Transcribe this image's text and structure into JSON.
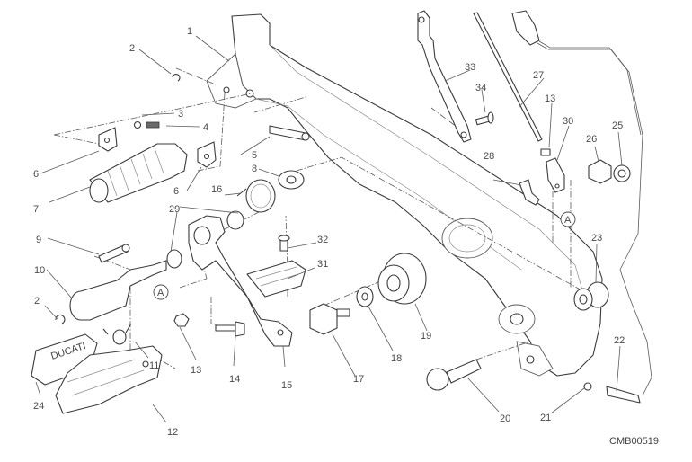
{
  "drawing_code": "CMB00519",
  "reference_marker": "A",
  "callouts": [
    {
      "id": "c1",
      "label": "1"
    },
    {
      "id": "c2a",
      "label": "2"
    },
    {
      "id": "c3",
      "label": "3"
    },
    {
      "id": "c4",
      "label": "4"
    },
    {
      "id": "c5",
      "label": "5"
    },
    {
      "id": "c6a",
      "label": "6"
    },
    {
      "id": "c6b",
      "label": "6"
    },
    {
      "id": "c7",
      "label": "7"
    },
    {
      "id": "c8",
      "label": "8"
    },
    {
      "id": "c9",
      "label": "9"
    },
    {
      "id": "c10",
      "label": "10"
    },
    {
      "id": "c2b",
      "label": "2"
    },
    {
      "id": "c11",
      "label": "11"
    },
    {
      "id": "c12",
      "label": "12"
    },
    {
      "id": "c13a",
      "label": "13"
    },
    {
      "id": "c14",
      "label": "14"
    },
    {
      "id": "c15",
      "label": "15"
    },
    {
      "id": "c16",
      "label": "16"
    },
    {
      "id": "c17",
      "label": "17"
    },
    {
      "id": "c18",
      "label": "18"
    },
    {
      "id": "c19",
      "label": "19"
    },
    {
      "id": "c20",
      "label": "20"
    },
    {
      "id": "c21",
      "label": "21"
    },
    {
      "id": "c22",
      "label": "22"
    },
    {
      "id": "c23",
      "label": "23"
    },
    {
      "id": "c24",
      "label": "24"
    },
    {
      "id": "c25",
      "label": "25"
    },
    {
      "id": "c26",
      "label": "26"
    },
    {
      "id": "c27",
      "label": "27"
    },
    {
      "id": "c28",
      "label": "28"
    },
    {
      "id": "c29",
      "label": "29"
    },
    {
      "id": "c30",
      "label": "30"
    },
    {
      "id": "c31",
      "label": "31"
    },
    {
      "id": "c32",
      "label": "32"
    },
    {
      "id": "c33",
      "label": "33"
    },
    {
      "id": "c34",
      "label": "34"
    },
    {
      "id": "c13b",
      "label": "13"
    }
  ]
}
